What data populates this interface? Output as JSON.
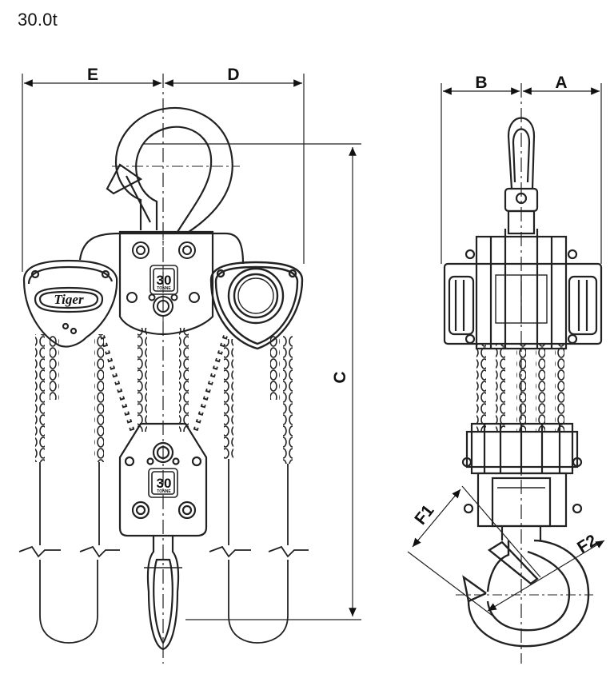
{
  "header": {
    "title": "30.0t"
  },
  "drawing": {
    "brand": "Tiger",
    "capacity": "30",
    "capacity_unit": "TONNE",
    "dimensions": {
      "a": "A",
      "b": "B",
      "c": "C",
      "d": "D",
      "e": "E",
      "f1": "F1",
      "f2": "F2"
    }
  }
}
